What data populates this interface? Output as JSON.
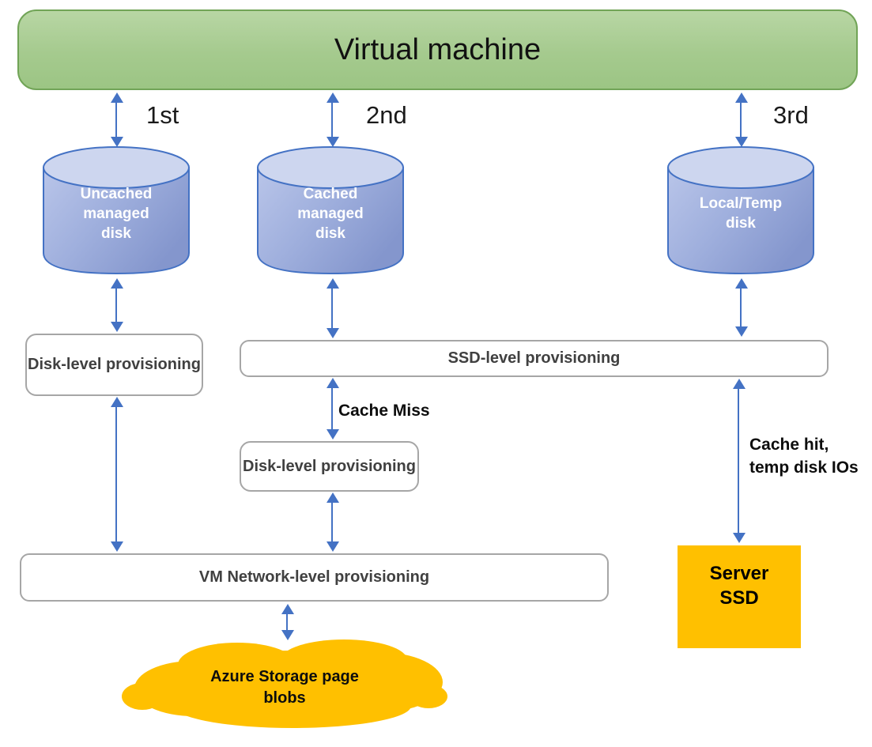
{
  "diagram": {
    "title": "Virtual machine",
    "priority_labels": [
      "1st",
      "2nd",
      "3rd"
    ],
    "disks": [
      {
        "label": "Uncached managed disk"
      },
      {
        "label": "Cached managed disk"
      },
      {
        "label": "Local/Temp disk"
      }
    ],
    "provisioning_boxes": {
      "disk_level_left": "Disk-level provisioning",
      "ssd_level": "SSD-level provisioning",
      "disk_level_middle": "Disk-level provisioning",
      "vm_network": "VM Network-level provisioning"
    },
    "flow_labels": {
      "cache_miss": "Cache Miss",
      "cache_hit_line1": "Cache hit,",
      "cache_hit_line2": "temp disk IOs"
    },
    "server_ssd": {
      "line1": "Server",
      "line2": "SSD"
    },
    "cloud_label": "Azure Storage page blobs",
    "colors": {
      "vm_fill": "#a5ca8e",
      "vm_border": "#71a457",
      "disk_fill": "#9fafdd",
      "disk_top_fill": "#cdd6ef",
      "disk_border": "#4472c4",
      "arrow": "#4472c4",
      "provisioning_border": "#a6a6a6",
      "provisioning_text": "#404040",
      "accent_orange": "#ffc000"
    }
  }
}
